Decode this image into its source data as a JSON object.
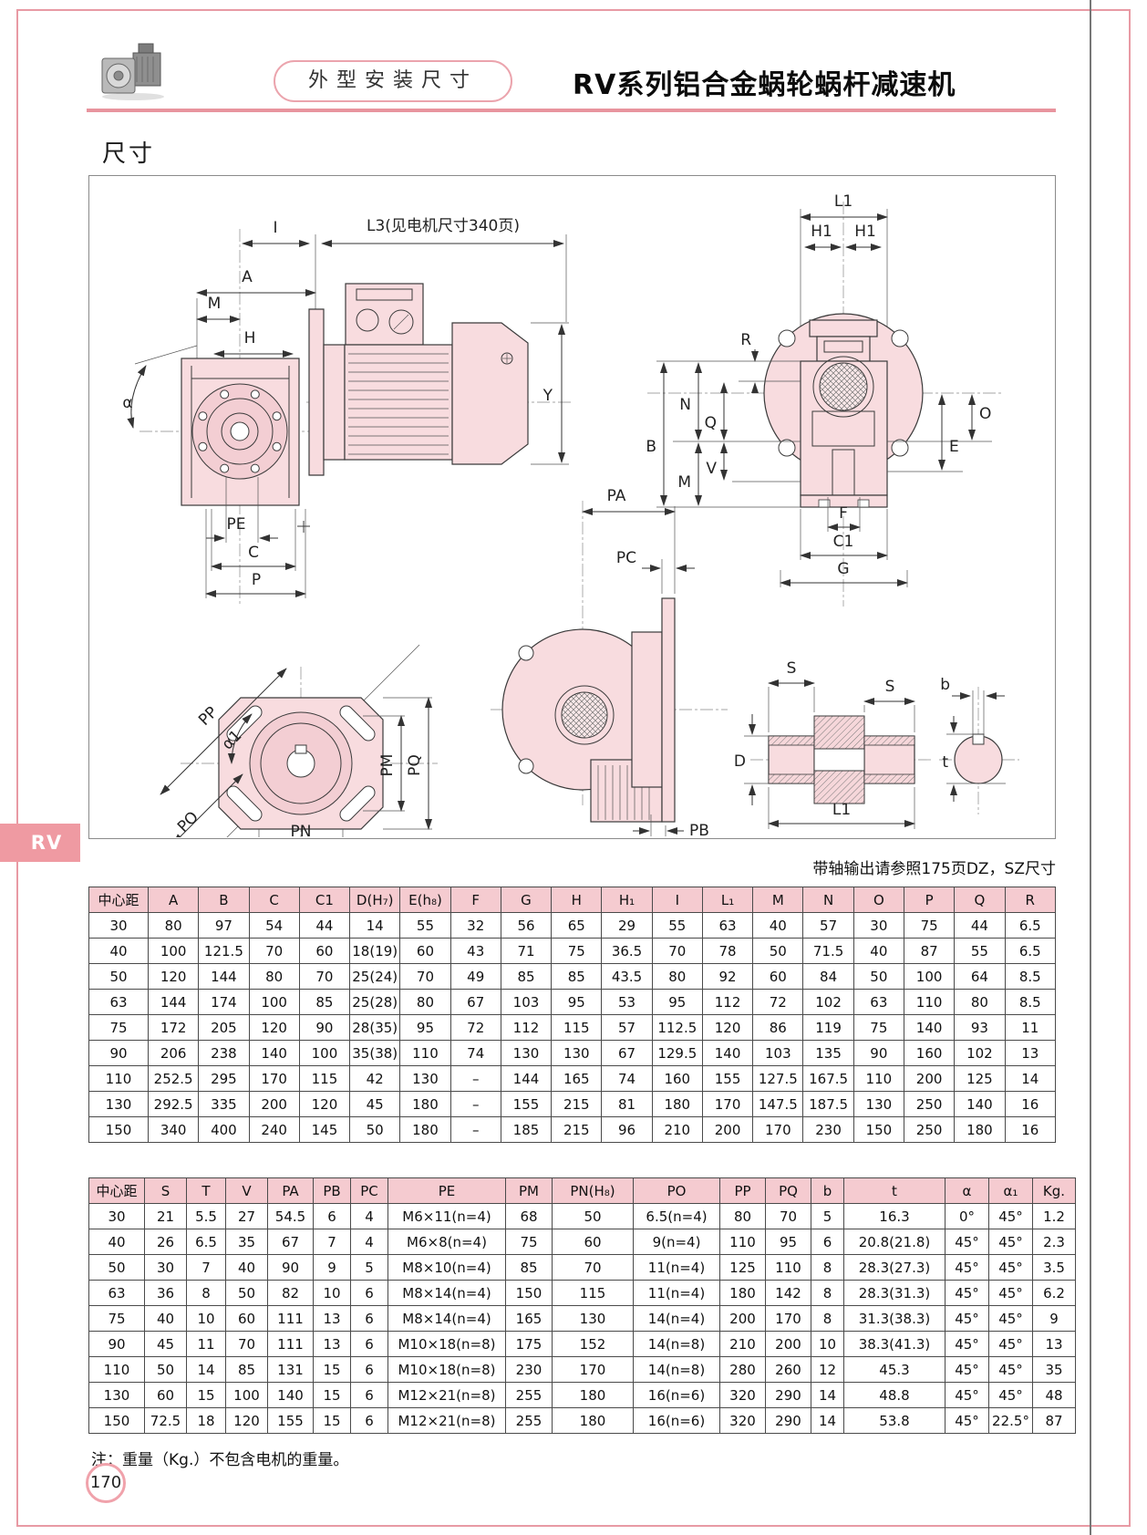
{
  "page": {
    "tab": "RV",
    "page_number": "170",
    "table_note": "带轴输出请参照175页DZ，SZ尺寸",
    "footer_note": "注：重量（Kg.）不包含电机的重量。"
  },
  "header": {
    "badge": "外型安装尺寸",
    "title": "RV系列铝合金蜗轮蜗杆减速机",
    "section_label": "尺寸"
  },
  "diagram": {
    "labels": {
      "i": "I",
      "l3": "L3(见电机尺寸340页)",
      "a": "A",
      "m": "M",
      "h": "H",
      "alpha": "α",
      "y": "Y",
      "pe": "PE",
      "c": "C",
      "p": "P",
      "l1": "L1",
      "h1a": "H1",
      "h1b": "H1",
      "r": "R",
      "b": "B",
      "n": "N",
      "q": "Q",
      "m2": "M",
      "v": "V",
      "o": "O",
      "e": "E",
      "f": "F",
      "c1": "C1",
      "g": "G",
      "pp": "PP",
      "alpha1": "α1",
      "po": "PO",
      "pm": "PM",
      "pq": "PQ",
      "pn": "PN",
      "pa": "PA",
      "pc": "PC",
      "pb": "PB",
      "s1": "S",
      "s2": "S",
      "d": "D",
      "l1b": "L1",
      "bsmall": "b",
      "tsmall": "t"
    }
  },
  "table1": {
    "headers": [
      "中心距",
      "A",
      "B",
      "C",
      "C1",
      "D(H₇)",
      "E(h₈)",
      "F",
      "G",
      "H",
      "H₁",
      "I",
      "L₁",
      "M",
      "N",
      "O",
      "P",
      "Q",
      "R"
    ],
    "rows": [
      [
        "30",
        "80",
        "97",
        "54",
        "44",
        "14",
        "55",
        "32",
        "56",
        "65",
        "29",
        "55",
        "63",
        "40",
        "57",
        "30",
        "75",
        "44",
        "6.5"
      ],
      [
        "40",
        "100",
        "121.5",
        "70",
        "60",
        "18(19)",
        "60",
        "43",
        "71",
        "75",
        "36.5",
        "70",
        "78",
        "50",
        "71.5",
        "40",
        "87",
        "55",
        "6.5"
      ],
      [
        "50",
        "120",
        "144",
        "80",
        "70",
        "25(24)",
        "70",
        "49",
        "85",
        "85",
        "43.5",
        "80",
        "92",
        "60",
        "84",
        "50",
        "100",
        "64",
        "8.5"
      ],
      [
        "63",
        "144",
        "174",
        "100",
        "85",
        "25(28)",
        "80",
        "67",
        "103",
        "95",
        "53",
        "95",
        "112",
        "72",
        "102",
        "63",
        "110",
        "80",
        "8.5"
      ],
      [
        "75",
        "172",
        "205",
        "120",
        "90",
        "28(35)",
        "95",
        "72",
        "112",
        "115",
        "57",
        "112.5",
        "120",
        "86",
        "119",
        "75",
        "140",
        "93",
        "11"
      ],
      [
        "90",
        "206",
        "238",
        "140",
        "100",
        "35(38)",
        "110",
        "74",
        "130",
        "130",
        "67",
        "129.5",
        "140",
        "103",
        "135",
        "90",
        "160",
        "102",
        "13"
      ],
      [
        "110",
        "252.5",
        "295",
        "170",
        "115",
        "42",
        "130",
        "–",
        "144",
        "165",
        "74",
        "160",
        "155",
        "127.5",
        "167.5",
        "110",
        "200",
        "125",
        "14"
      ],
      [
        "130",
        "292.5",
        "335",
        "200",
        "120",
        "45",
        "180",
        "–",
        "155",
        "215",
        "81",
        "180",
        "170",
        "147.5",
        "187.5",
        "130",
        "250",
        "140",
        "16"
      ],
      [
        "150",
        "340",
        "400",
        "240",
        "145",
        "50",
        "180",
        "–",
        "185",
        "215",
        "96",
        "210",
        "200",
        "170",
        "230",
        "150",
        "250",
        "180",
        "16"
      ]
    ]
  },
  "table2": {
    "headers": [
      "中心距",
      "S",
      "T",
      "V",
      "PA",
      "PB",
      "PC",
      "PE",
      "PM",
      "PN(H₈)",
      "PO",
      "PP",
      "PQ",
      "b",
      "t",
      "α",
      "α₁",
      "Kg."
    ],
    "rows": [
      [
        "30",
        "21",
        "5.5",
        "27",
        "54.5",
        "6",
        "4",
        "M6×11(n=4)",
        "68",
        "50",
        "6.5(n=4)",
        "80",
        "70",
        "5",
        "16.3",
        "0°",
        "45°",
        "1.2"
      ],
      [
        "40",
        "26",
        "6.5",
        "35",
        "67",
        "7",
        "4",
        "M6×8(n=4)",
        "75",
        "60",
        "9(n=4)",
        "110",
        "95",
        "6",
        "20.8(21.8)",
        "45°",
        "45°",
        "2.3"
      ],
      [
        "50",
        "30",
        "7",
        "40",
        "90",
        "9",
        "5",
        "M8×10(n=4)",
        "85",
        "70",
        "11(n=4)",
        "125",
        "110",
        "8",
        "28.3(27.3)",
        "45°",
        "45°",
        "3.5"
      ],
      [
        "63",
        "36",
        "8",
        "50",
        "82",
        "10",
        "6",
        "M8×14(n=4)",
        "150",
        "115",
        "11(n=4)",
        "180",
        "142",
        "8",
        "28.3(31.3)",
        "45°",
        "45°",
        "6.2"
      ],
      [
        "75",
        "40",
        "10",
        "60",
        "111",
        "13",
        "6",
        "M8×14(n=4)",
        "165",
        "130",
        "14(n=4)",
        "200",
        "170",
        "8",
        "31.3(38.3)",
        "45°",
        "45°",
        "9"
      ],
      [
        "90",
        "45",
        "11",
        "70",
        "111",
        "13",
        "6",
        "M10×18(n=8)",
        "175",
        "152",
        "14(n=8)",
        "210",
        "200",
        "10",
        "38.3(41.3)",
        "45°",
        "45°",
        "13"
      ],
      [
        "110",
        "50",
        "14",
        "85",
        "131",
        "15",
        "6",
        "M10×18(n=8)",
        "230",
        "170",
        "14(n=8)",
        "280",
        "260",
        "12",
        "45.3",
        "45°",
        "45°",
        "35"
      ],
      [
        "130",
        "60",
        "15",
        "100",
        "140",
        "15",
        "6",
        "M12×21(n=8)",
        "255",
        "180",
        "16(n=6)",
        "320",
        "290",
        "14",
        "48.8",
        "45°",
        "45°",
        "48"
      ],
      [
        "150",
        "72.5",
        "18",
        "120",
        "155",
        "15",
        "6",
        "M12×21(n=8)",
        "255",
        "180",
        "16(n=6)",
        "320",
        "290",
        "14",
        "53.8",
        "45°",
        "22.5°",
        "87"
      ]
    ]
  }
}
